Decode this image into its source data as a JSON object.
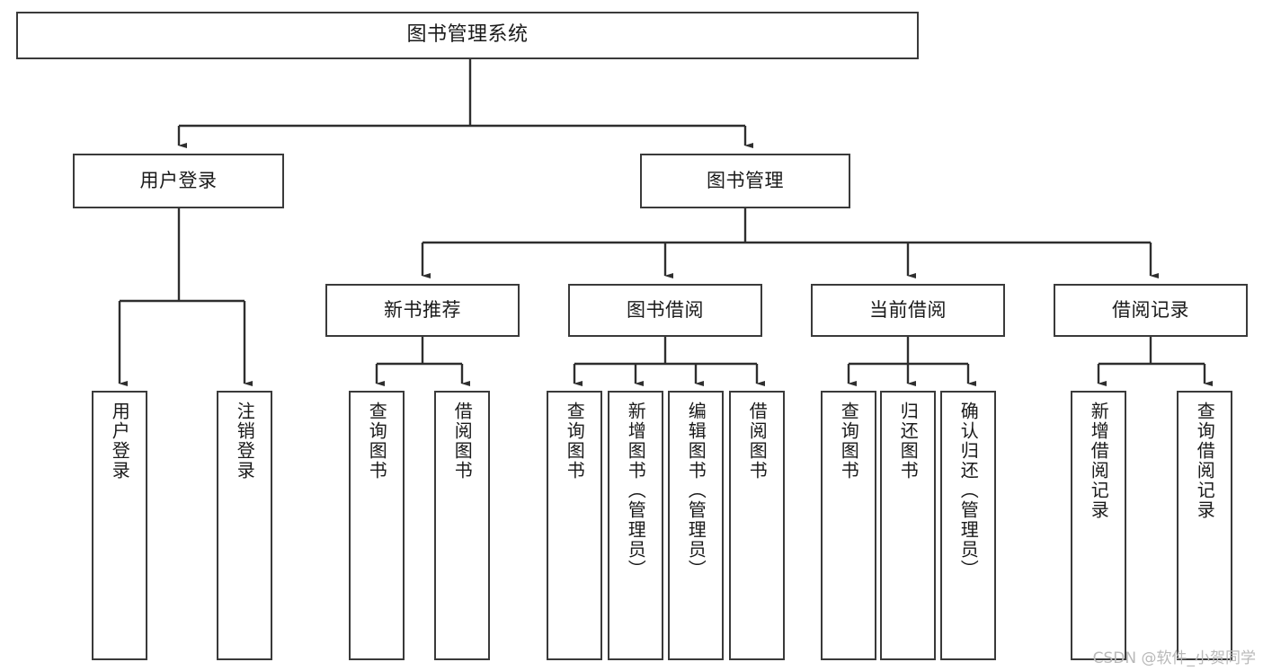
{
  "diagram": {
    "title": "图书管理系统",
    "type": "hierarchy-tree",
    "root": {
      "label": "图书管理系统"
    },
    "level1": [
      {
        "label": "用户登录"
      },
      {
        "label": "图书管理"
      }
    ],
    "level2": [
      {
        "label": "新书推荐"
      },
      {
        "label": "图书借阅"
      },
      {
        "label": "当前借阅"
      },
      {
        "label": "借阅记录"
      }
    ],
    "leaves": {
      "user_login": [
        {
          "label": "用户登录"
        },
        {
          "label": "注销登录"
        }
      ],
      "new_book_recommend": [
        {
          "label": "查询图书"
        },
        {
          "label": "借阅图书"
        }
      ],
      "book_borrow": [
        {
          "label": "查询图书"
        },
        {
          "label": "新增图书（管理员）"
        },
        {
          "label": "编辑图书（管理员）"
        },
        {
          "label": "借阅图书"
        }
      ],
      "current_borrow": [
        {
          "label": "查询图书"
        },
        {
          "label": "归还图书"
        },
        {
          "label": "确认归还（管理员）"
        }
      ],
      "borrow_record": [
        {
          "label": "新增借阅记录"
        },
        {
          "label": "查询借阅记录"
        }
      ]
    }
  },
  "watermark": {
    "text": "CSDN @软件_小贺同学"
  },
  "colors": {
    "box_border": "#3a3a3a",
    "box_fill": "#ffffff",
    "edge": "#2e2e2e",
    "text": "#1a1a1a",
    "watermark": "#b9b9b9"
  }
}
